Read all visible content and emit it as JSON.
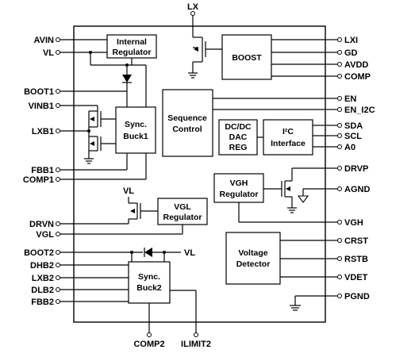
{
  "pins": {
    "lx": "LX",
    "avin": "AVIN",
    "vl": "VL",
    "boot1": "BOOT1",
    "vinb1": "VINB1",
    "lxb1": "LXB1",
    "fbb1": "FBB1",
    "comp1": "COMP1",
    "drvn": "DRVN",
    "vgl": "VGL",
    "boot2": "BOOT2",
    "dhb2": "DHB2",
    "lxb2": "LXB2",
    "dlb2": "DLB2",
    "fbb2": "FBB2",
    "lxi": "LXI",
    "gd": "GD",
    "avdd": "AVDD",
    "comp": "COMP",
    "en": "EN",
    "en_i2c": "EN_I2C",
    "sda": "SDA",
    "scl": "SCL",
    "a0": "A0",
    "drvp": "DRVP",
    "agnd": "AGND",
    "vgh": "VGH",
    "crst": "CRST",
    "rstb": "RSTB",
    "vdet": "VDET",
    "pgnd": "PGND",
    "comp2": "COMP2",
    "ilimit2": "ILIMIT2"
  },
  "net_labels": {
    "vl_vgl": "VL",
    "vl_boot2": "VL"
  },
  "blocks": {
    "internal_regulator": [
      "Internal",
      "Regulator"
    ],
    "boost": [
      "BOOST"
    ],
    "sequence_control": [
      "Sequence",
      "Control"
    ],
    "sync_buck1": [
      "Sync.",
      "Buck1"
    ],
    "dcdc_dac": [
      "DC/DC",
      "DAC",
      "REG"
    ],
    "i2c_interface": [
      "I²C",
      "Interface"
    ],
    "vgh_regulator": [
      "VGH",
      "Regulator"
    ],
    "vgl_regulator": [
      "VGL",
      "Regulator"
    ],
    "voltage_detector": [
      "Voltage",
      "Detector"
    ],
    "sync_buck2": [
      "Sync.",
      "Buck2"
    ]
  }
}
